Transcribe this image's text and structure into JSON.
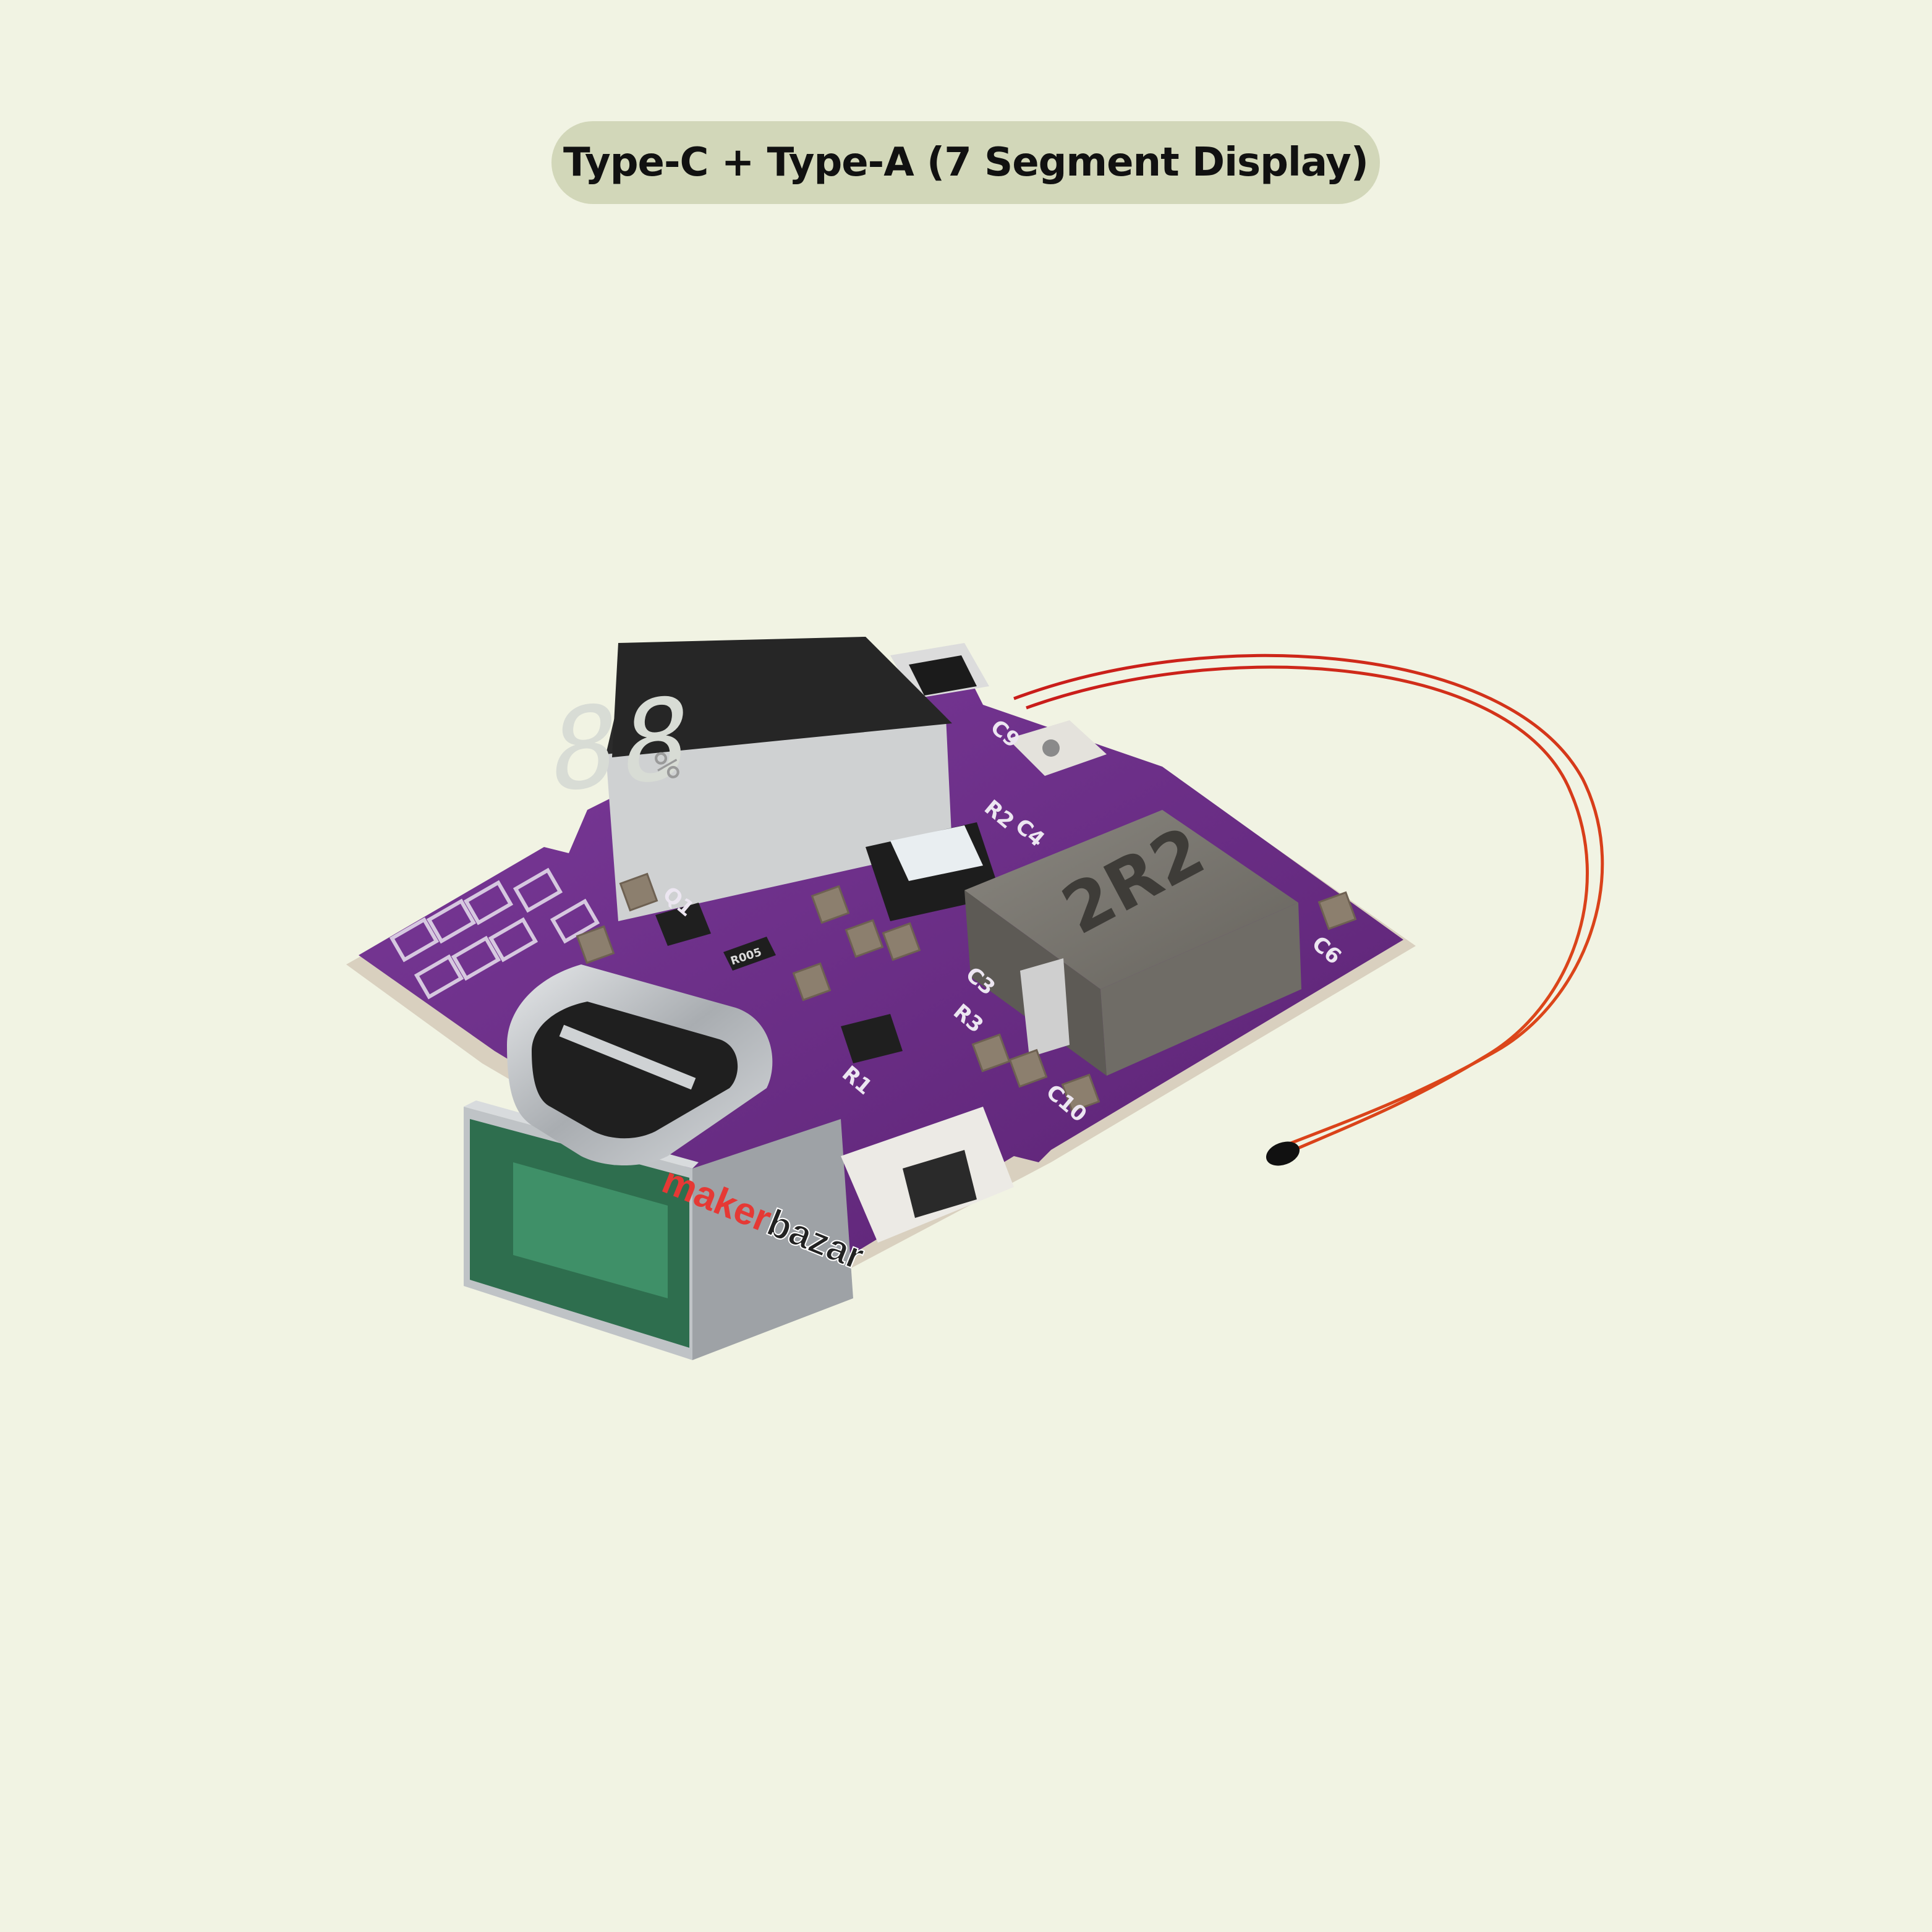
{
  "header": {
    "title": "Type-C + Type-A (7 Segment Display)"
  },
  "colors": {
    "background": "#f1f3e3",
    "title_pill": "#d2d7b9",
    "pcb": "#6a2d86",
    "pcb_dark": "#4a1b60",
    "silkscreen": "#e8e2ee",
    "inductor": "#7a7770",
    "wire": "#d4221a",
    "connector_metal": "#c6c9cc",
    "usb_insert": "#2f7a55",
    "display_face": "#2b2b2b",
    "segments": "#d8dcd5"
  },
  "product": {
    "display_digits": "88",
    "display_symbol": "%",
    "inductor_marking": "2R2",
    "resistor_marking": "R005",
    "silk_labels": [
      "C3",
      "C4",
      "R2",
      "R3",
      "C9",
      "C10",
      "C6",
      "Q1",
      "R1"
    ]
  },
  "watermark": {
    "prefix": "maker",
    "suffix": "bazar",
    "prefix_colors": [
      "#e53935",
      "#fb8c00",
      "#43a047",
      "#1e88e5",
      "#8e24aa"
    ]
  }
}
